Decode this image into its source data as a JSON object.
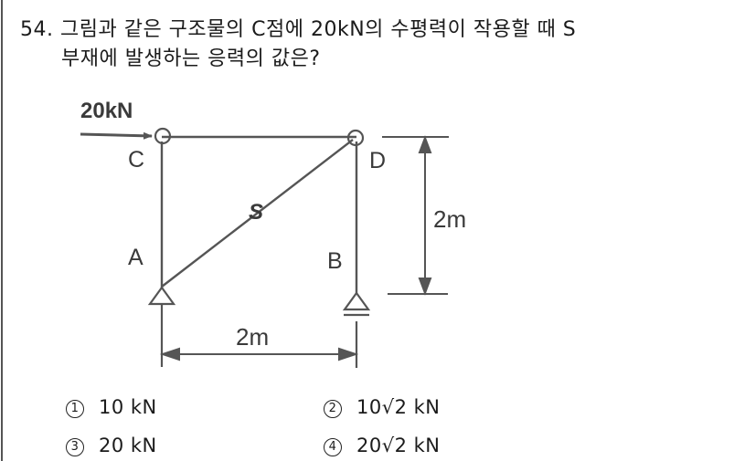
{
  "question": {
    "number": "54.",
    "line1": "그림과 같은 구조물의 C점에 20kN의 수평력이 작용할 때 S",
    "line2": "부재에 발생하는 응력의 값은?"
  },
  "figure": {
    "load_label": "20kN",
    "nodes": {
      "C": "C",
      "D": "D",
      "A": "A",
      "B": "B"
    },
    "member_label": "S",
    "height_dim": "2m",
    "width_dim": "2m",
    "colors": {
      "line": "#555555",
      "text": "#3a3a3a"
    }
  },
  "options": [
    {
      "marker": "1",
      "text": "10  kN"
    },
    {
      "marker": "2",
      "text": "10√2  kN"
    },
    {
      "marker": "3",
      "text": "20  kN"
    },
    {
      "marker": "4",
      "text": "20√2  kN"
    }
  ]
}
